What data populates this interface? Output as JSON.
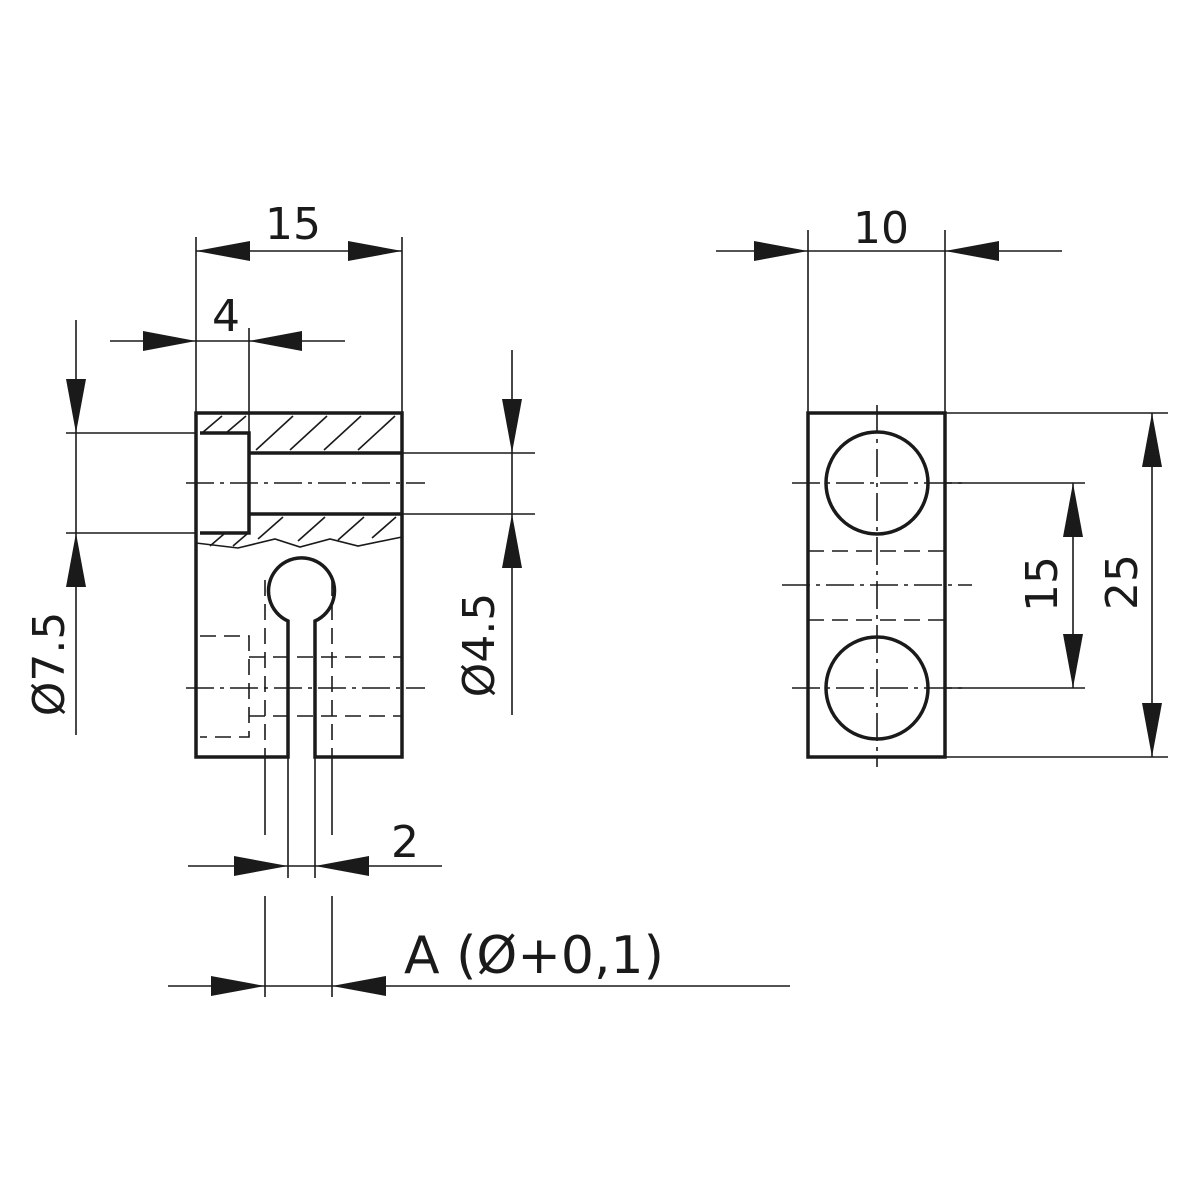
{
  "dimensions": {
    "width_overall": "15",
    "counterbore_depth": "4",
    "width_side": "10",
    "counterbore_dia": "Ø7.5",
    "hole_dia": "Ø4.5",
    "hole_spacing": "15",
    "height_overall": "25",
    "slot_width": "2"
  },
  "note": {
    "bore_label": "A (Ø+0,1)"
  }
}
